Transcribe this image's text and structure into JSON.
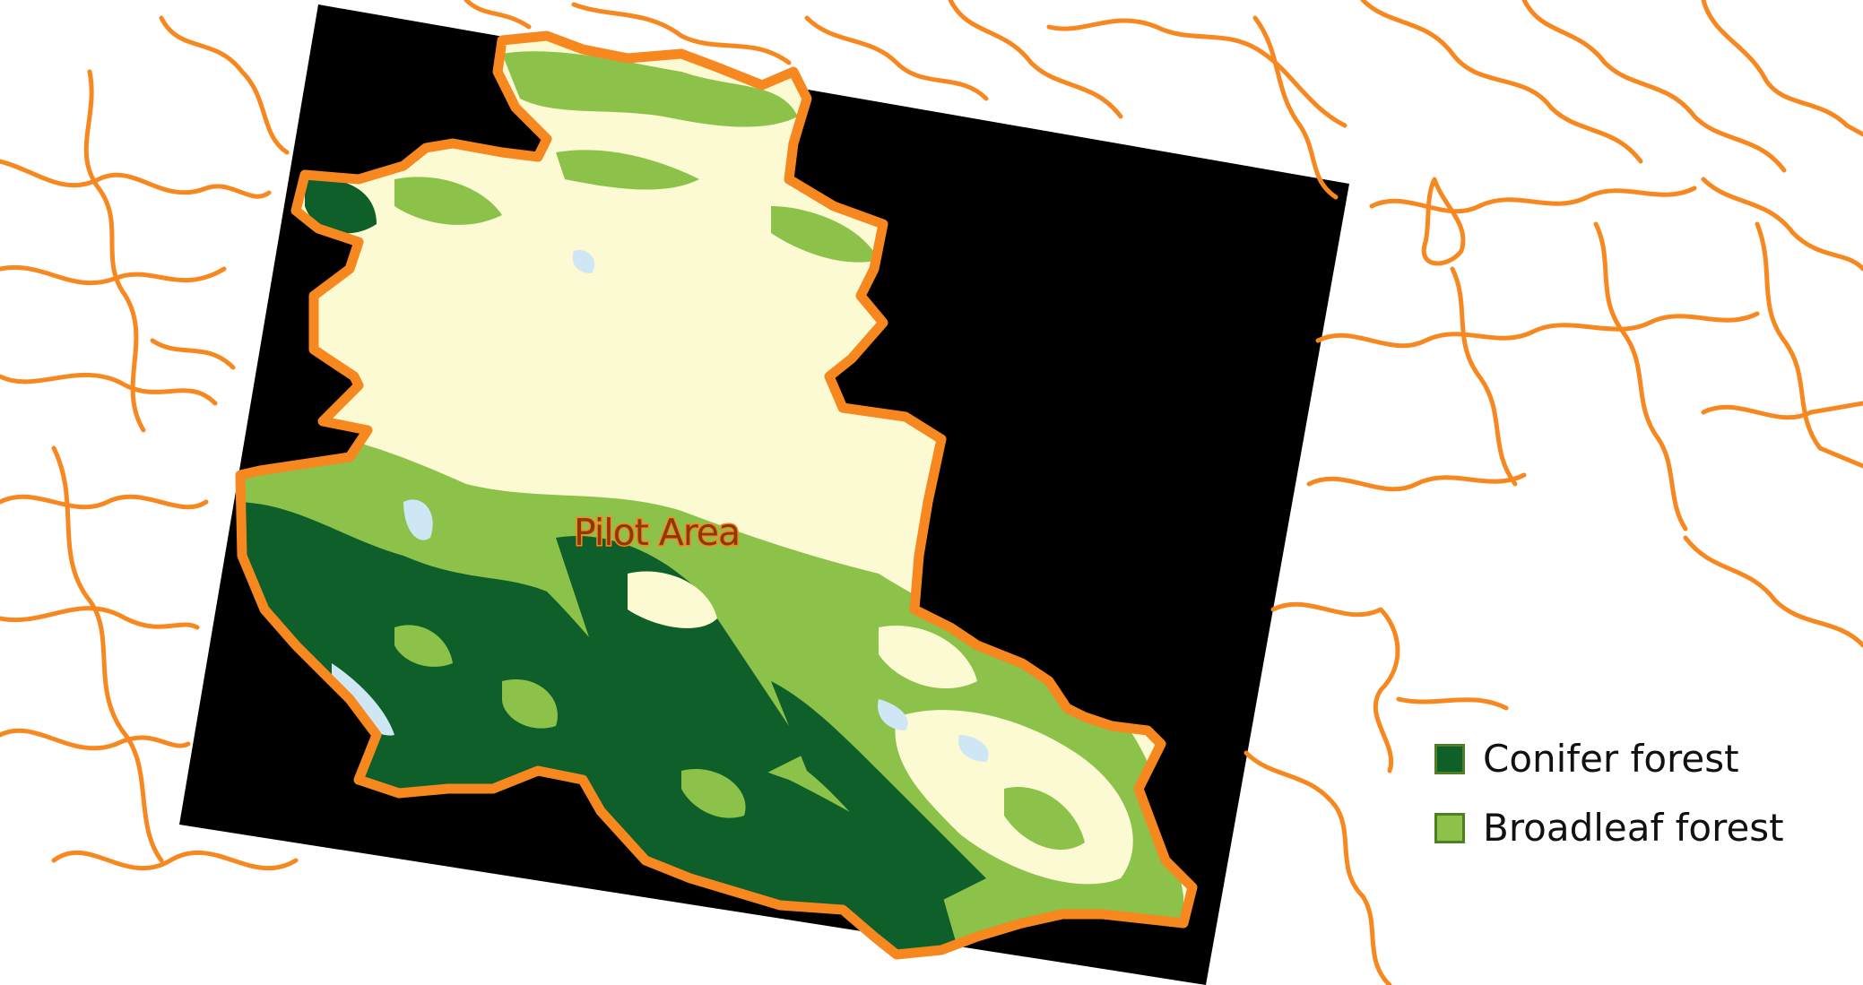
{
  "map": {
    "label": "Pilot Area",
    "colors": {
      "background": "#ffffff",
      "boundary": "#f7871f",
      "raster_nodata": "#000000",
      "non_forest": "#fbfad2",
      "water": "#cfe6f5",
      "conifer": "#0e5f2a",
      "broadleaf": "#8cc24a"
    }
  },
  "legend": {
    "items": [
      {
        "label": "Conifer forest",
        "color": "#0e5f2a"
      },
      {
        "label": "Broadleaf forest",
        "color": "#8cc24a"
      }
    ]
  }
}
